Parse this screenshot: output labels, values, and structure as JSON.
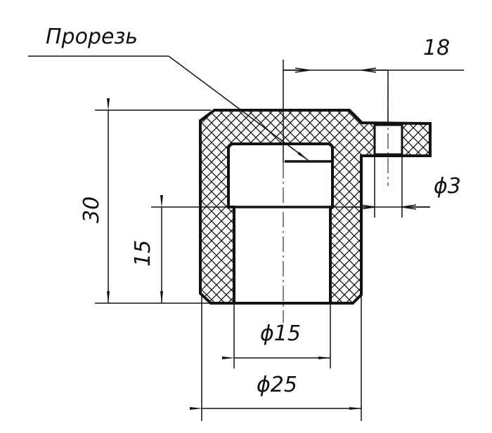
{
  "drawing": {
    "callout_label": "Прорезь",
    "dimensions": {
      "slot_offset": "18",
      "total_height": "30",
      "bore_depth": "15",
      "hole_diameter": "ϕ3",
      "bore_diameter": "ϕ15",
      "outer_diameter": "ϕ25"
    },
    "colors": {
      "line": "#111111",
      "background": "#ffffff"
    }
  }
}
